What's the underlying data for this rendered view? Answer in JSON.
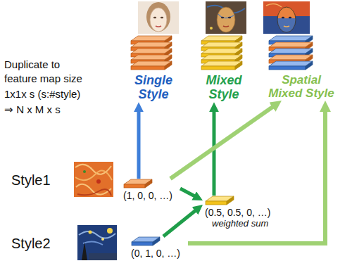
{
  "diagram": {
    "nodes": [
      {
        "text": [
          "Single Style"
        ]
      },
      {
        "text": [
          "Mixed Style"
        ]
      },
      {
        "text": [
          "Spatial Mixed Style"
        ]
      },
      {
        "text": [
          "(1, 0, 0, …)"
        ]
      },
      {
        "text": [
          "(0.5, 0.5, 0, …)",
          "weighted sum"
        ]
      },
      {
        "text": [
          "(0, 1, 0, …)"
        ]
      }
    ],
    "edges": [
      {
        "from": 3,
        "to": 0,
        "arrow": "to"
      },
      {
        "from": 3,
        "to": 4,
        "arrow": "to"
      },
      {
        "from": 5,
        "to": 4,
        "arrow": "to"
      },
      {
        "from": 4,
        "to": 1,
        "arrow": "to"
      },
      {
        "from": 3,
        "to": 2,
        "arrow": "to"
      },
      {
        "from": 5,
        "to": 2,
        "arrow": "to"
      }
    ],
    "labels": [
      "Duplicate to feature map size",
      "1x1x s (s:#style)",
      "⇒ N x M x s",
      "Style1",
      "Style2"
    ]
  }
}
